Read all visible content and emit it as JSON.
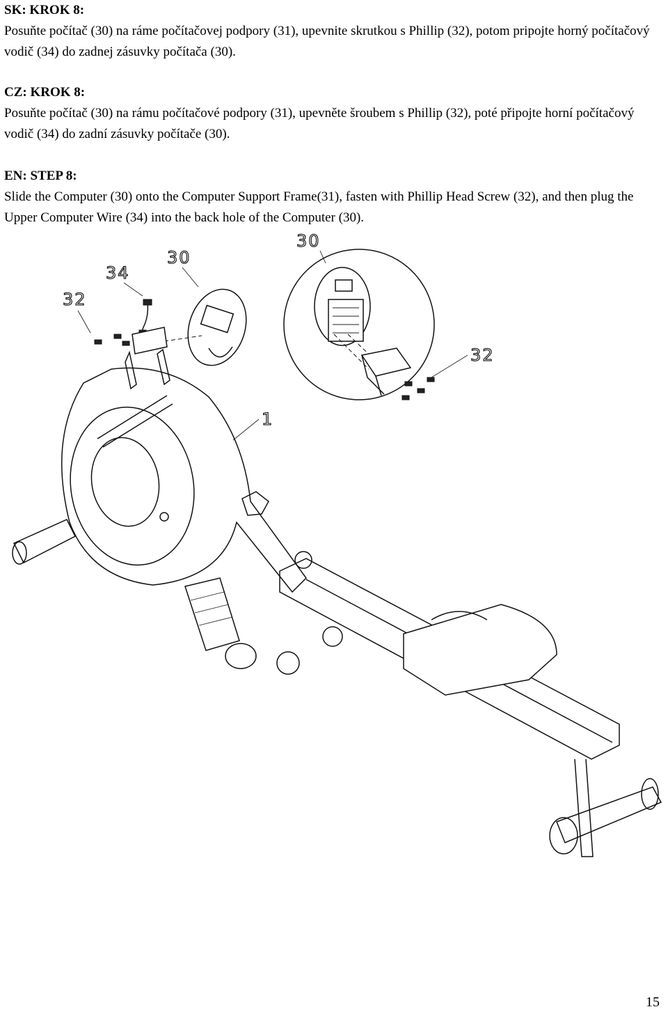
{
  "sections": [
    {
      "heading": "SK: KROK 8:",
      "body": "Posuňte počítač (30) na ráme počítačovej podpory (31), upevnite skrutkou s Phillip (32),  potom pripojte horný počítačový vodič (34) do zadnej zásuvky počítača (30)."
    },
    {
      "heading": "CZ: KROK 8:",
      "body": "Posuňte počítač (30) na rámu počítačové podpory (31), upevněte šroubem s Phillip (32), poté připojte horní počítačový vodič (34) do zadní zásuvky počítače (30)."
    },
    {
      "heading": "EN: STEP 8:",
      "body": "Slide the Computer (30) onto the Computer Support Frame(31), fasten with Phillip Head Screw (32), and then plug the Upper Computer Wire (34) into the back hole of the Computer (30)."
    }
  ],
  "diagram": {
    "labels": {
      "part_30_main": "30",
      "part_34": "34",
      "part_32_main": "32",
      "part_30_detail": "30",
      "part_32_detail": "32",
      "part_1": "1"
    }
  },
  "page_number": "15"
}
